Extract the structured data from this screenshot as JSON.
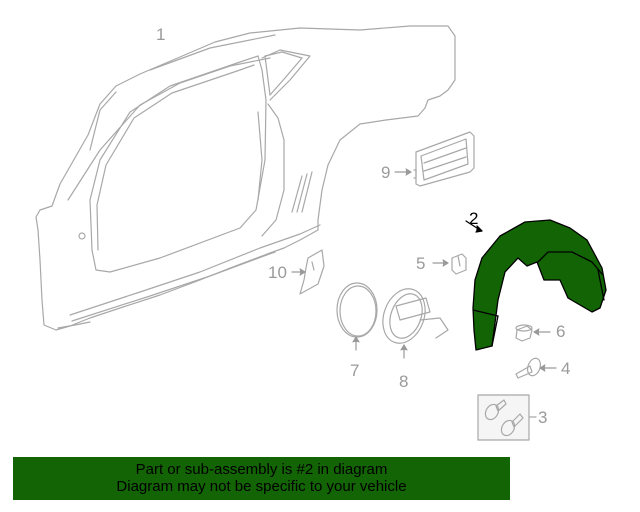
{
  "diagram": {
    "title": "Body side / rear wheelhouse liner parts diagram",
    "highlighted_part": "2",
    "colors": {
      "outline": "#a8a8a8",
      "highlight_fill": "#136405",
      "highlight_stroke": "#000000",
      "label_gray": "#9a9a9a",
      "label_active": "#000000",
      "banner_bg": "#136405"
    },
    "callouts": [
      {
        "number": "1",
        "part": "body-side-panel"
      },
      {
        "number": "2",
        "part": "wheelhouse-liner"
      },
      {
        "number": "3",
        "part": "push-pin-fasteners-kit"
      },
      {
        "number": "4",
        "part": "push-pin"
      },
      {
        "number": "5",
        "part": "clip"
      },
      {
        "number": "6",
        "part": "nut-retainer"
      },
      {
        "number": "7",
        "part": "fuel-door-seal"
      },
      {
        "number": "8",
        "part": "fuel-filler-housing"
      },
      {
        "number": "9",
        "part": "pressure-relief-vent"
      },
      {
        "number": "10",
        "part": "bracket"
      }
    ]
  },
  "banner": {
    "line1": "Part or sub-assembly is #2 in diagram",
    "line2": "Diagram may not be specific to your vehicle"
  }
}
